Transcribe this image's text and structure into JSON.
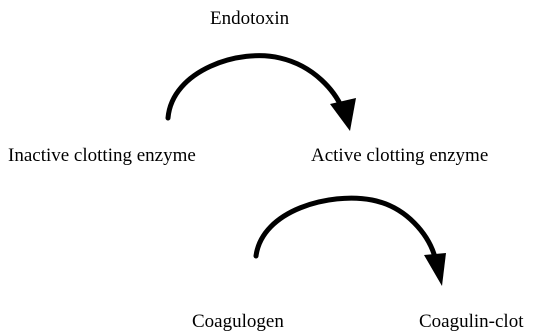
{
  "labels": {
    "trigger": "Endotoxin",
    "substrate_enzyme": "Inactive clotting enzyme",
    "product_enzyme": "Active clotting enzyme",
    "substrate_protein": "Coagulogen",
    "product_protein": "Coagulin-clot"
  },
  "arrows": [
    {
      "from": "Inactive clotting enzyme",
      "to": "Active clotting enzyme"
    },
    {
      "from": "Coagulogen",
      "to": "Coagulin-clot"
    }
  ],
  "colors": {
    "ink": "#000000",
    "background": "#ffffff"
  }
}
